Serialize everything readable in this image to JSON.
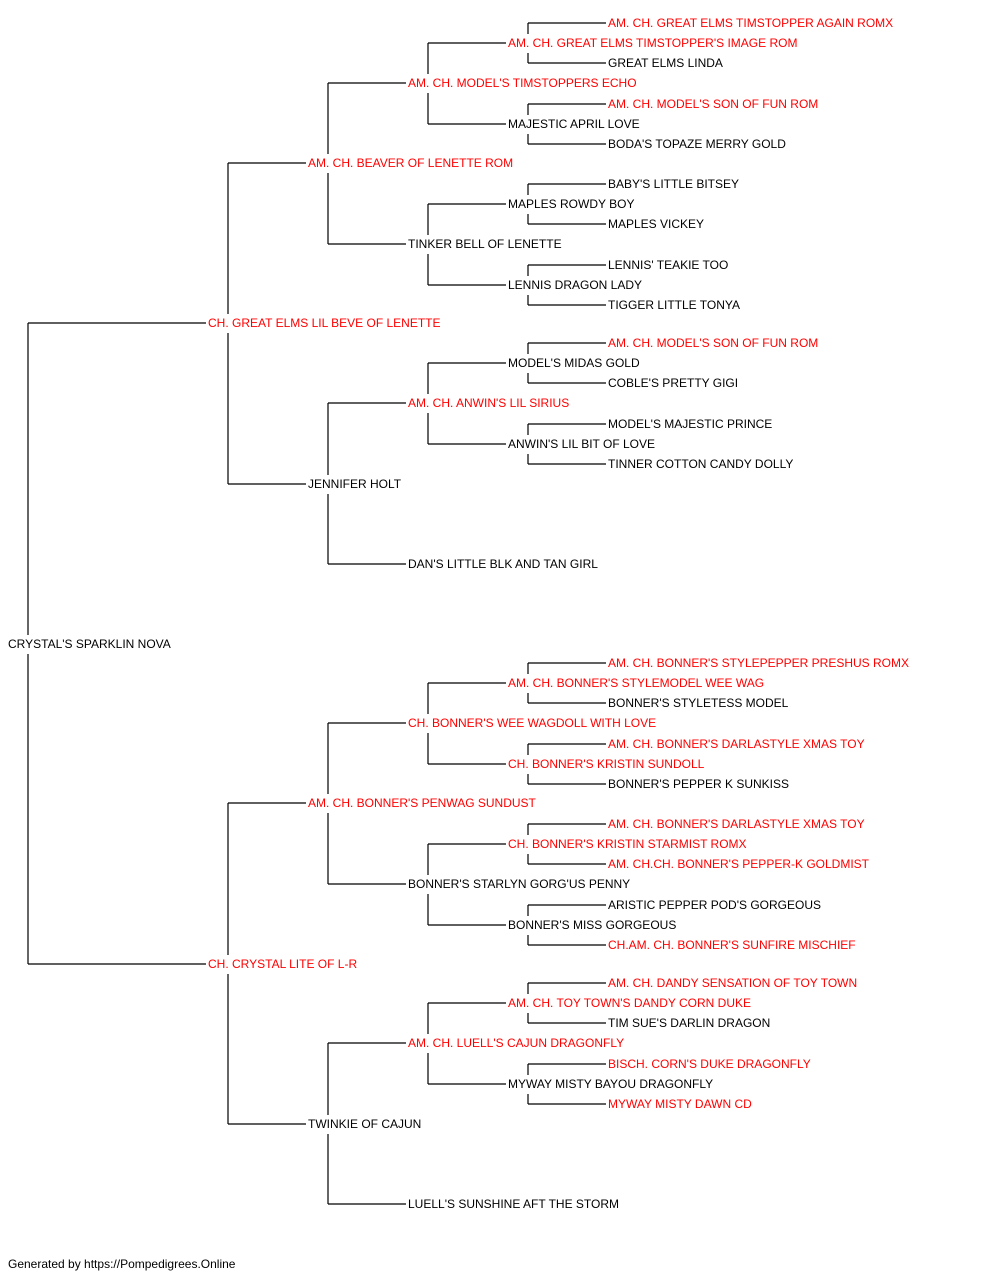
{
  "colors": {
    "champion": "#ff0000",
    "normal": "#000000",
    "line": "#000000"
  },
  "pedigree": {
    "root": {
      "name": "CRYSTAL'S SPARKLIN NOVA",
      "champion": false
    },
    "sire": {
      "name": "CH. GREAT ELMS LIL BEVE OF LENETTE",
      "champion": true
    },
    "dam": {
      "name": "CH. CRYSTAL LITE OF L-R",
      "champion": true
    },
    "gen2": [
      {
        "name": "AM. CH. BEAVER OF LENETTE ROM",
        "champion": true
      },
      {
        "name": "JENNIFER HOLT",
        "champion": false
      },
      {
        "name": "AM. CH. BONNER'S PENWAG SUNDUST",
        "champion": true
      },
      {
        "name": "TWINKIE OF CAJUN",
        "champion": false
      }
    ],
    "gen3": [
      {
        "name": "AM. CH. MODEL'S TIMSTOPPERS ECHO",
        "champion": true
      },
      {
        "name": "TINKER BELL OF LENETTE",
        "champion": false
      },
      {
        "name": "AM. CH. ANWIN'S LIL SIRIUS",
        "champion": true
      },
      {
        "name": "DAN'S LITTLE BLK AND TAN GIRL",
        "champion": false
      },
      {
        "name": "CH. BONNER'S WEE WAGDOLL WITH LOVE",
        "champion": true
      },
      {
        "name": "BONNER'S STARLYN GORG'US PENNY",
        "champion": false
      },
      {
        "name": "AM. CH. LUELL'S CAJUN DRAGONFLY",
        "champion": true
      },
      {
        "name": "LUELL'S SUNSHINE AFT THE STORM",
        "champion": false
      }
    ],
    "gen4": [
      {
        "name": "AM. CH. GREAT ELMS TIMSTOPPER'S IMAGE ROM",
        "champion": true
      },
      {
        "name": "MAJESTIC APRIL LOVE",
        "champion": false
      },
      {
        "name": "MAPLES ROWDY BOY",
        "champion": false
      },
      {
        "name": "LENNIS DRAGON LADY",
        "champion": false
      },
      {
        "name": "MODEL'S MIDAS GOLD",
        "champion": false
      },
      {
        "name": "ANWIN'S LIL BIT OF LOVE",
        "champion": false
      },
      null,
      null,
      {
        "name": "AM. CH. BONNER'S STYLEMODEL WEE WAG",
        "champion": true
      },
      {
        "name": "CH. BONNER'S KRISTIN SUNDOLL",
        "champion": true
      },
      {
        "name": "CH. BONNER'S KRISTIN STARMIST ROMX",
        "champion": true
      },
      {
        "name": "BONNER'S MISS GORGEOUS",
        "champion": false
      },
      {
        "name": "AM. CH. TOY TOWN'S DANDY CORN DUKE",
        "champion": true
      },
      {
        "name": "MYWAY MISTY BAYOU DRAGONFLY",
        "champion": false
      },
      null,
      null
    ],
    "gen5": [
      {
        "name": "AM. CH. GREAT ELMS TIMSTOPPER AGAIN ROMX",
        "champion": true
      },
      {
        "name": "GREAT ELMS LINDA",
        "champion": false
      },
      {
        "name": "AM. CH. MODEL'S SON OF FUN ROM",
        "champion": true
      },
      {
        "name": "BODA'S TOPAZE MERRY GOLD",
        "champion": false
      },
      {
        "name": "BABY'S LITTLE BITSEY",
        "champion": false
      },
      {
        "name": "MAPLES VICKEY",
        "champion": false
      },
      {
        "name": "LENNIS' TEAKIE TOO",
        "champion": false
      },
      {
        "name": "TIGGER LITTLE TONYA",
        "champion": false
      },
      {
        "name": "AM. CH. MODEL'S SON OF FUN ROM",
        "champion": true
      },
      {
        "name": "COBLE'S PRETTY GIGI",
        "champion": false
      },
      {
        "name": "MODEL'S MAJESTIC PRINCE",
        "champion": false
      },
      {
        "name": "TINNER COTTON CANDY DOLLY",
        "champion": false
      },
      null,
      null,
      null,
      null,
      {
        "name": "AM. CH. BONNER'S STYLEPEPPER PRESHUS ROMX",
        "champion": true
      },
      {
        "name": "BONNER'S STYLETESS MODEL",
        "champion": false
      },
      {
        "name": "AM. CH. BONNER'S DARLASTYLE XMAS TOY",
        "champion": true
      },
      {
        "name": "BONNER'S PEPPER K SUNKISS",
        "champion": false
      },
      {
        "name": "AM. CH. BONNER'S DARLASTYLE XMAS TOY",
        "champion": true
      },
      {
        "name": "AM. CH.CH. BONNER'S PEPPER-K GOLDMIST",
        "champion": true
      },
      {
        "name": "ARISTIC PEPPER POD'S GORGEOUS",
        "champion": false
      },
      {
        "name": "CH.AM. CH. BONNER'S SUNFIRE MISCHIEF",
        "champion": true
      },
      {
        "name": "AM. CH. DANDY SENSATION OF TOY TOWN",
        "champion": true
      },
      {
        "name": "TIM SUE'S DARLIN DRAGON",
        "champion": false
      },
      {
        "name": "BISCH. CORN'S DUKE DRAGONFLY",
        "champion": true
      },
      {
        "name": "MYWAY MISTY DAWN CD",
        "champion": true
      },
      null,
      null,
      null,
      null
    ]
  },
  "footer": {
    "credit": "Generated by https://Pompedigrees.Online"
  }
}
